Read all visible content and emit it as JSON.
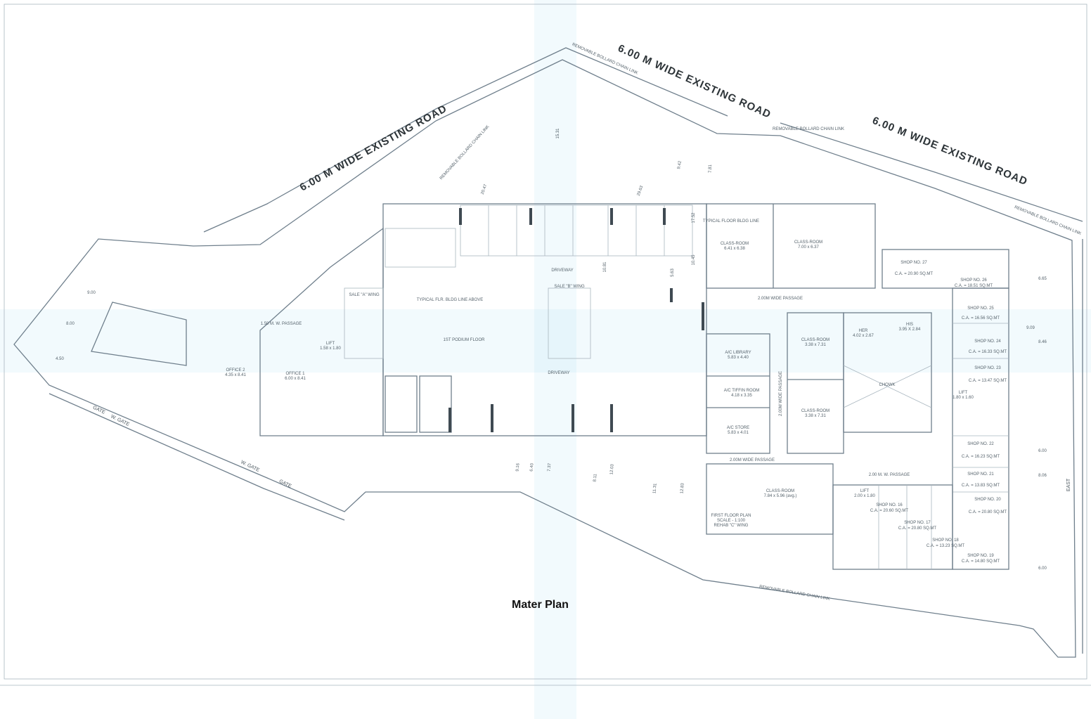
{
  "caption": "Mater Plan",
  "colors": {
    "line": "#6f7f8c",
    "paper": "#ffffff",
    "tint": "#d8f0f6"
  },
  "roads": {
    "west": "6.00 M WIDE EXISTING ROAD",
    "north": "6.00 M WIDE EXISTING ROAD",
    "northeast": "6.00 M WIDE EXISTING ROAD",
    "east": "EAST"
  },
  "gates": {
    "gate": "GATE",
    "w_gate_1": "W. GATE",
    "w_gate_2": "W. GATE",
    "gate_2": "GATE"
  },
  "notes": {
    "bollard_1": "REMOVABLE BOLLARD CHAIN LINK",
    "bollard_2": "REMOVABLE BOLLARD CHAIN LINK",
    "bollard_3": "REMOVABLE BOLLARD CHAIN LINK",
    "bollard_4": "REMOVABLE BOLLARD CHAIN LINK",
    "bollard_5": "REMOVABLE BOLLARD CHAIN LINK",
    "podium": "1ST PODIUM FLOOR",
    "driveway_1": "DRIVEWAY",
    "driveway_2": "DRIVEWAY",
    "typical_line": "TYPICAL FLR. BLDG LINE ABOVE",
    "sale_a": "SALE \"A\" WING",
    "sale_b": "SALE \"B\" WING",
    "passage_1": "1.50 M. W. PASSAGE",
    "passage_2": "2.00M WIDE PASSAGE",
    "passage_3": "2.00M WIDE PASSAGE",
    "passage_4": "2.00M WIDE PASSAGE",
    "passage_5": "2.00 M. W. PASSAGE",
    "first_floor_plan": "FIRST FLOOR PLAN",
    "scale": "SCALE - 1:100",
    "rehab": "REHAB \"C\" WING",
    "typical_floor": "TYPICAL FLOOR BLDG LINE",
    "chowk": "CHOWK"
  },
  "rooms": [
    {
      "name": "CLASS-ROOM",
      "size": "6.41 x 6.38"
    },
    {
      "name": "CLASS-ROOM",
      "size": "7.00 x 6.37"
    },
    {
      "name": "CLASS-ROOM",
      "size": "3.38 x 7.31"
    },
    {
      "name": "CLASS-ROOM",
      "size": "3.38 x 7.31"
    },
    {
      "name": "CLASS-ROOM",
      "size": "7.84 x 5.96 (avg.)"
    },
    {
      "name": "A/C LIBRARY",
      "size": "5.83 x 4.40"
    },
    {
      "name": "A/C TIFFIN ROOM",
      "size": "4.18 x 3.35"
    },
    {
      "name": "A/C STORE",
      "size": "5.83 x 4.01"
    },
    {
      "name": "HER",
      "size": "4.02 x 2.67"
    },
    {
      "name": "HIS",
      "size": "3.95 X 2.84"
    },
    {
      "name": "OFFICE 2",
      "size": "4.35 x 8.41"
    },
    {
      "name": "OFFICE 1",
      "size": "6.00 x 8.41"
    },
    {
      "name": "LIFT",
      "size": "1.58 x 1.80"
    },
    {
      "name": "LIFT",
      "size": "1.80 x 1.60"
    },
    {
      "name": "LIFT",
      "size": "2.00 x 1.80"
    }
  ],
  "shops": [
    {
      "name": "SHOP NO. 27",
      "area": "C.A. = 20.90 SQ.MT"
    },
    {
      "name": "SHOP NO. 26",
      "area": "C.A. = 18.51 SQ.MT"
    },
    {
      "name": "SHOP NO. 25",
      "area": "C.A. = 16.56 SQ.MT"
    },
    {
      "name": "SHOP NO. 24",
      "area": "C.A. = 16.33 SQ.MT"
    },
    {
      "name": "SHOP NO. 23",
      "area": "C.A. = 13.47 SQ.MT"
    },
    {
      "name": "SHOP NO. 22",
      "area": "C.A. = 16.23 SQ.MT"
    },
    {
      "name": "SHOP NO. 21",
      "area": "C.A. = 13.83 SQ.MT"
    },
    {
      "name": "SHOP NO. 20",
      "area": "C.A. = 20.80 SQ.MT"
    },
    {
      "name": "SHOP NO. 19",
      "area": "C.A. = 14.80 SQ.MT"
    },
    {
      "name": "SHOP NO. 18",
      "area": "C.A. = 13.23 SQ.MT"
    },
    {
      "name": "SHOP NO. 17",
      "area": "C.A. = 20.80 SQ.MT"
    },
    {
      "name": "SHOP NO. 16",
      "area": "C.A. = 20.60 SQ.MT"
    }
  ],
  "dimensions": [
    "20.47",
    "29.63",
    "15.31",
    "9.42",
    "7.81",
    "6.65",
    "9.09",
    "8.46",
    "6.00",
    "8.06",
    "6.00",
    "11.31",
    "12.83",
    "8.11",
    "12.03",
    "9.16",
    "6.40",
    "7.37",
    "10.81",
    "5.63",
    "10.45",
    "17.52",
    "4.50",
    "8.00",
    "9.00"
  ]
}
